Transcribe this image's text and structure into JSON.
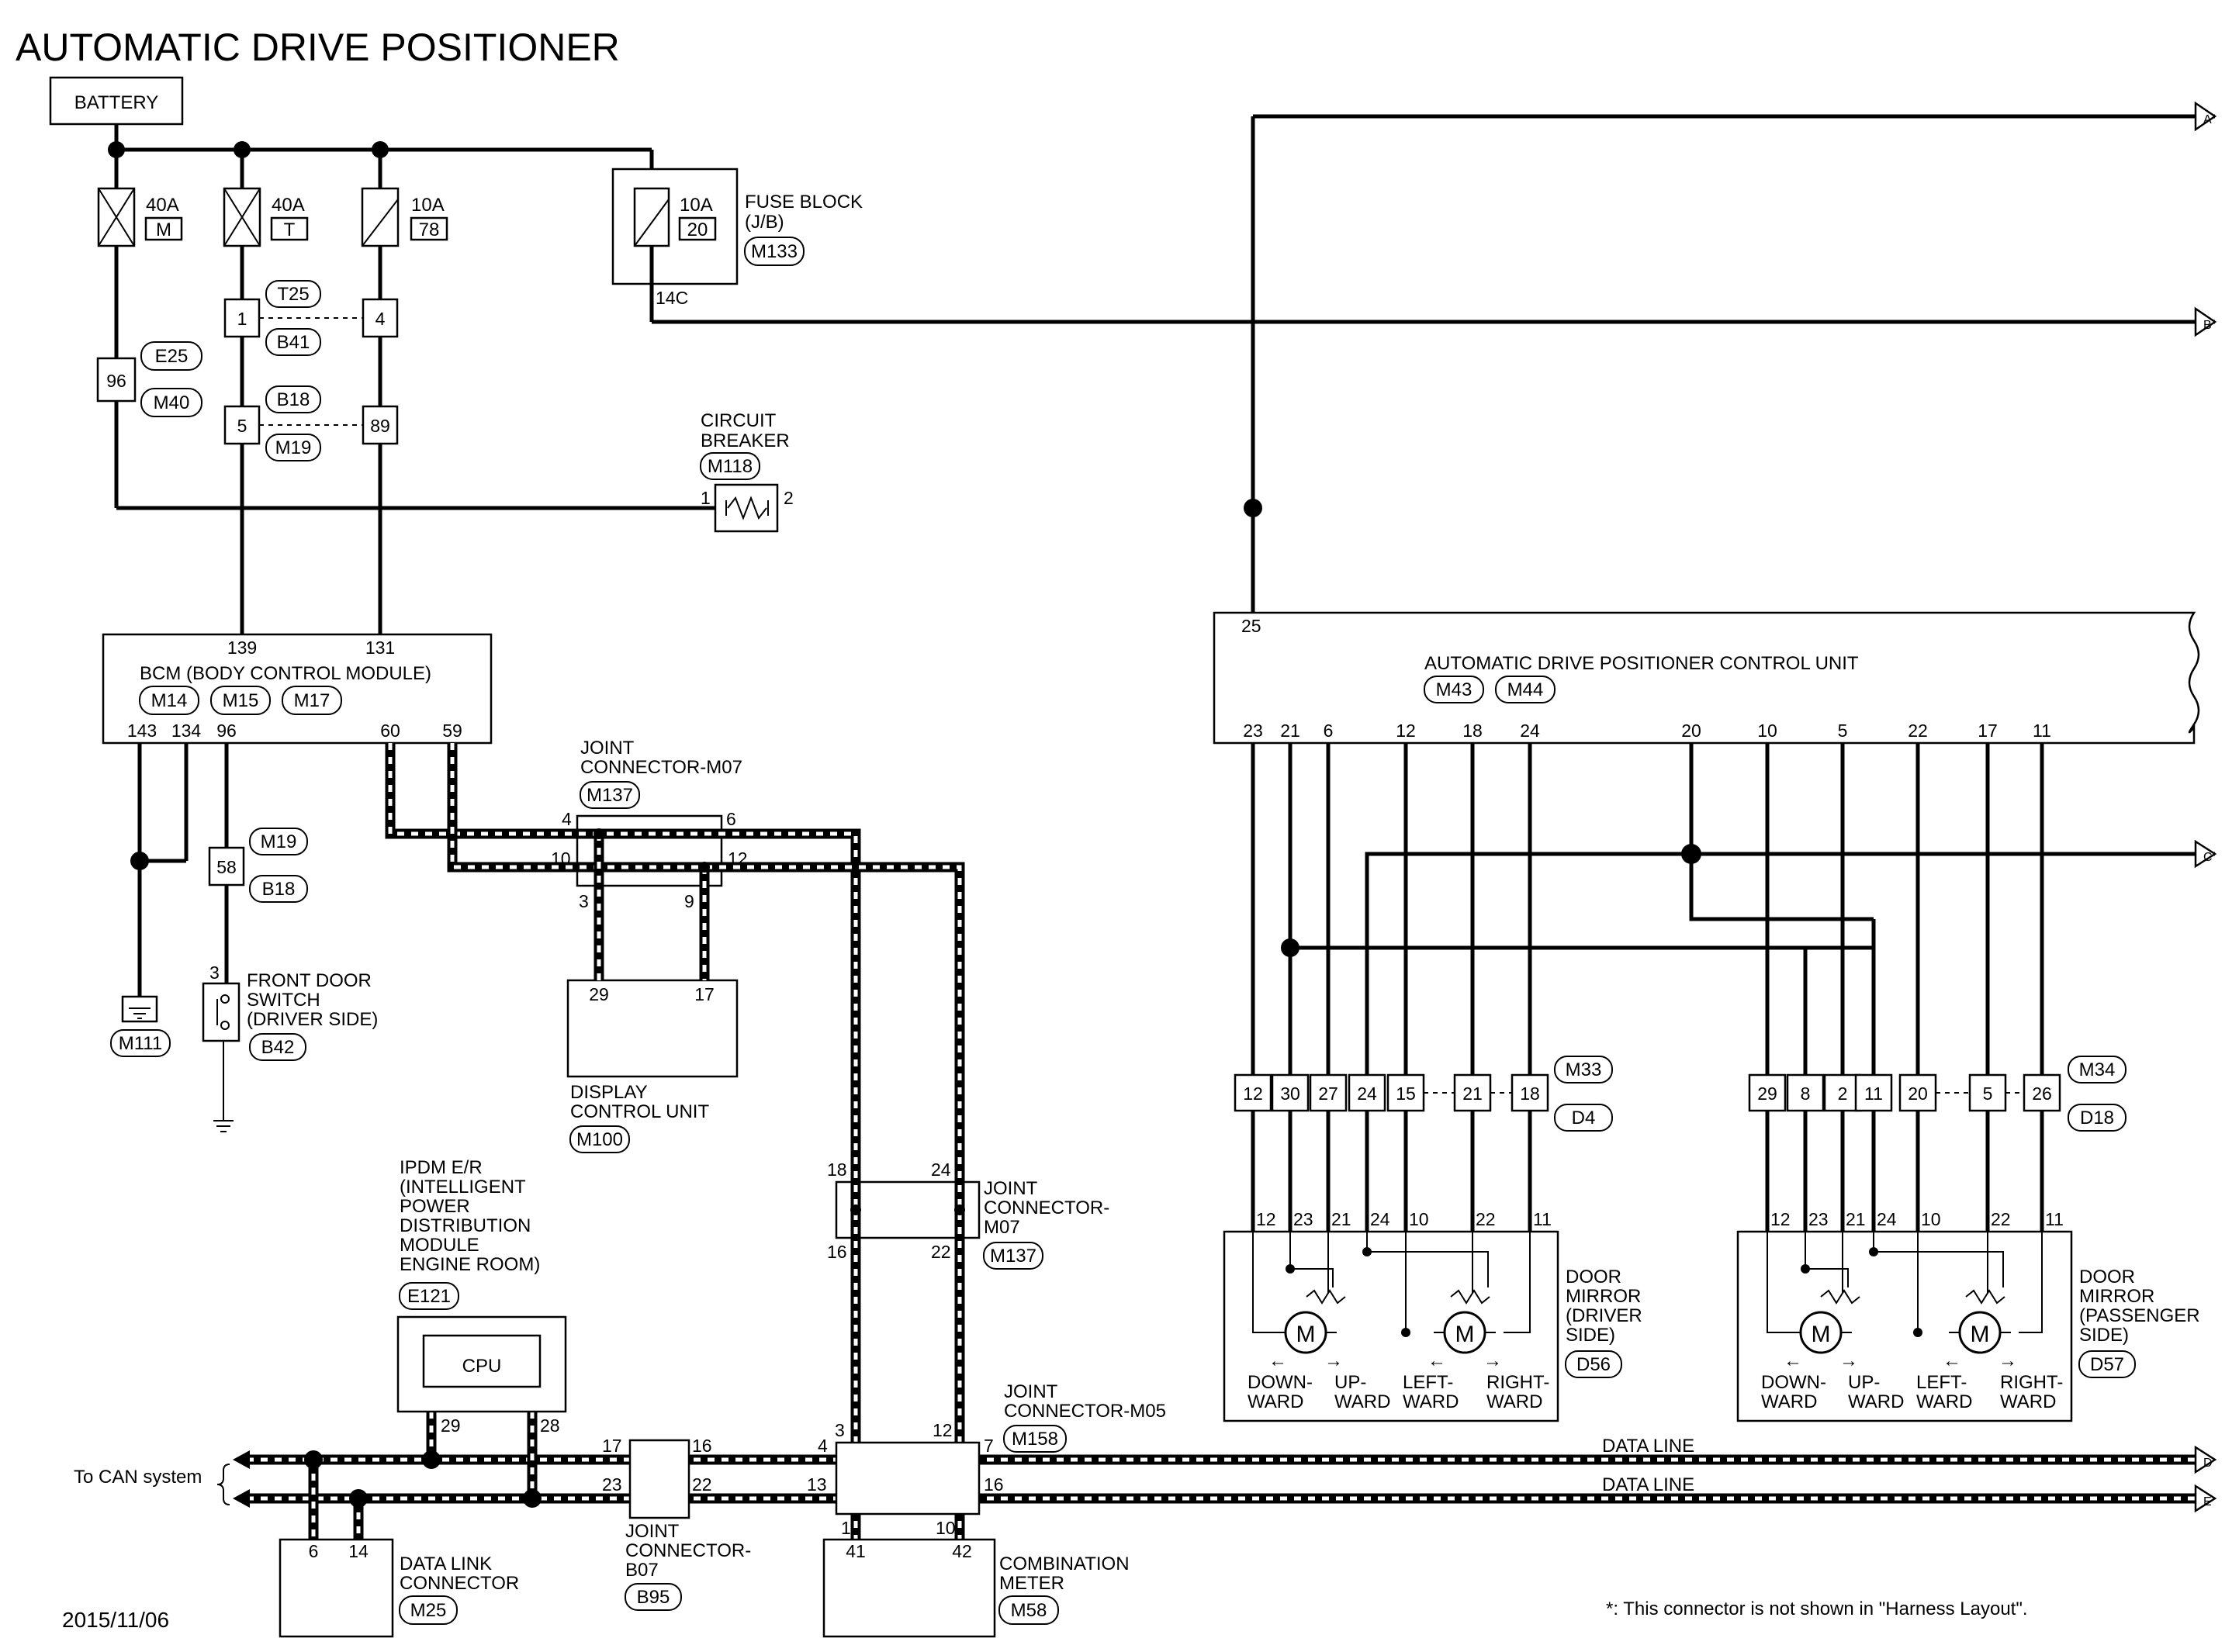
{
  "title": "AUTOMATIC DRIVE POSITIONER",
  "date": "2015/11/06",
  "footnote": "*: This connector is not shown in \"Harness Layout\".",
  "battery": "BATTERY",
  "fuses": [
    {
      "amp": "40A",
      "id": "M"
    },
    {
      "amp": "40A",
      "id": "T"
    },
    {
      "amp": "10A",
      "id": "78"
    },
    {
      "amp": "10A",
      "id": "20"
    }
  ],
  "fuse_block": {
    "name": "FUSE BLOCK",
    "sub": "(J/B)",
    "connector": "M133",
    "pin": "14C"
  },
  "connectors": {
    "e25": "E25",
    "m40": "M40",
    "t25": "T25",
    "b41": "B41",
    "b18": "B18",
    "m19": "M19",
    "pin_96": "96",
    "pin_1": "1",
    "pin_4": "4",
    "pin_5": "5",
    "pin_89": "89"
  },
  "circuit_breaker": {
    "line1": "CIRCUIT",
    "line2": "BREAKER",
    "connector": "M118",
    "pin_in": "1",
    "pin_out": "2"
  },
  "bcm": {
    "name": "BCM (BODY CONTROL MODULE)",
    "connectors": [
      "M14",
      "M15",
      "M17"
    ],
    "top_pins": [
      "139",
      "131"
    ],
    "bottom_pins": [
      "143",
      "134",
      "96",
      "60",
      "59"
    ]
  },
  "ground": {
    "connector": "M111"
  },
  "front_door_switch": {
    "line1": "FRONT DOOR",
    "line2": "SWITCH",
    "line3": "(DRIVER SIDE)",
    "connector": "B42",
    "pin": "3",
    "relay_pin": "58",
    "relay_top": "M19",
    "relay_bottom": "B18"
  },
  "joint_m07_top": {
    "line1": "JOINT",
    "line2": "CONNECTOR-M07",
    "connector": "M137",
    "pins": [
      "4",
      "6",
      "10",
      "12",
      "3",
      "9"
    ]
  },
  "display_unit": {
    "line1": "DISPLAY",
    "line2": "CONTROL UNIT",
    "connector": "M100",
    "pins": [
      "29",
      "17"
    ]
  },
  "joint_m07_mid": {
    "line1": "JOINT",
    "line2": "CONNECTOR-",
    "line3": "M07",
    "connector": "M137",
    "pins": [
      "18",
      "24",
      "16",
      "22"
    ]
  },
  "ipdm": {
    "lines": [
      "IPDM E/R",
      "(INTELLIGENT",
      "POWER",
      "DISTRIBUTION",
      "MODULE",
      "ENGINE ROOM)"
    ],
    "connector": "E121",
    "cpu": "CPU",
    "pins": [
      "29",
      "28"
    ]
  },
  "can_label": "To CAN system",
  "joint_b07": {
    "line1": "JOINT",
    "line2": "CONNECTOR-",
    "line3": "B07",
    "connector": "B95",
    "pins": [
      "17",
      "16",
      "23",
      "22"
    ]
  },
  "dlc": {
    "line1": "DATA LINK",
    "line2": "CONNECTOR",
    "connector": "M25",
    "pins": [
      "6",
      "14"
    ]
  },
  "joint_m05": {
    "line1": "JOINT",
    "line2": "CONNECTOR-M05",
    "connector": "M158",
    "pins": [
      "3",
      "12",
      "4",
      "7",
      "13",
      "16",
      "1",
      "10"
    ]
  },
  "combination_meter": {
    "line1": "COMBINATION",
    "line2": "METER",
    "connector": "M58",
    "pins": [
      "41",
      "42"
    ]
  },
  "data_line_label": "DATA LINE",
  "adp": {
    "name": "AUTOMATIC DRIVE POSITIONER CONTROL UNIT",
    "connectors": [
      "M43",
      "M44"
    ],
    "top_pin": "25",
    "bottom_pins": [
      "23",
      "21",
      "6",
      "12",
      "18",
      "24",
      "20",
      "10",
      "5",
      "22",
      "17",
      "11"
    ]
  },
  "harness_left": {
    "pins": [
      "12",
      "30",
      "27",
      "24",
      "15",
      "21",
      "18"
    ],
    "top": "M33",
    "bottom": "D4"
  },
  "harness_right": {
    "pins": [
      "29",
      "8",
      "2",
      "11",
      "20",
      "5",
      "26"
    ],
    "top": "M34",
    "bottom": "D18"
  },
  "mirror_driver": {
    "lines": [
      "DOOR",
      "MIRROR",
      "(DRIVER",
      "SIDE)"
    ],
    "connector": "D56",
    "pins": [
      "12",
      "23",
      "21",
      "24",
      "10",
      "22",
      "11"
    ],
    "directions": [
      [
        "DOWN-",
        "WARD"
      ],
      [
        "UP-",
        "WARD"
      ],
      [
        "LEFT-",
        "WARD"
      ],
      [
        "RIGHT-",
        "WARD"
      ]
    ]
  },
  "mirror_passenger": {
    "lines": [
      "DOOR",
      "MIRROR",
      "(PASSENGER",
      "SIDE)"
    ],
    "connector": "D57",
    "pins": [
      "12",
      "23",
      "21",
      "24",
      "10",
      "22",
      "11"
    ],
    "directions": [
      [
        "DOWN-",
        "WARD"
      ],
      [
        "UP-",
        "WARD"
      ],
      [
        "LEFT-",
        "WARD"
      ],
      [
        "RIGHT-",
        "WARD"
      ]
    ]
  },
  "motor_label": "M",
  "arrows": [
    "A",
    "B",
    "C",
    "D",
    "E"
  ]
}
